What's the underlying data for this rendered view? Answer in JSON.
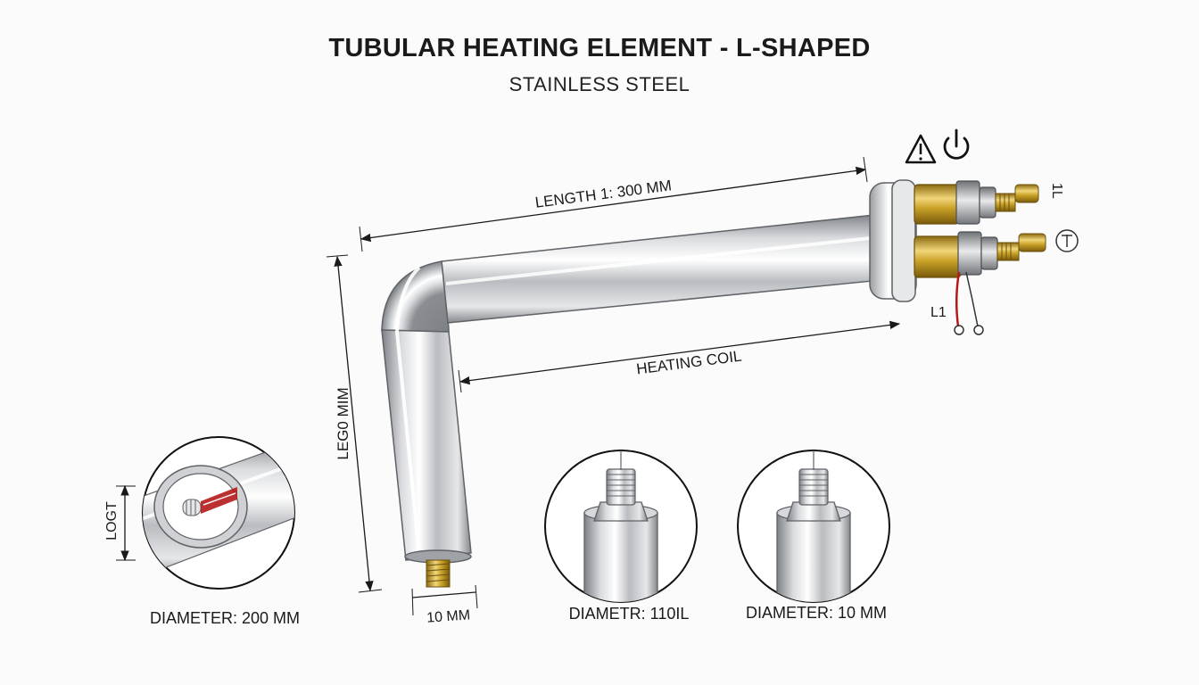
{
  "header": {
    "title": "TUBULAR HEATING ELEMENT - L-SHAPED",
    "subtitle": "STAINLESS STEEL"
  },
  "dimensions": {
    "length_top": "LENGTH 1: 300 MM",
    "length_side": "LEG0 MIM",
    "heating_coil": "HEATING COIL",
    "bottom_width": "10 MM"
  },
  "terminals": {
    "top_label": "1L",
    "lower_label": "L1"
  },
  "details": {
    "left_side_label": "LOGT",
    "left_caption": "DIAMETER: 200 MM",
    "middle_caption": "DIAMETR: 110IL",
    "right_caption": "DIAMETER: 10 MM"
  },
  "icons": [
    "warning-icon",
    "power-icon",
    "ground-symbol-icon"
  ],
  "colors": {
    "steel_dark": "#8a8d91",
    "steel_light": "#f4f5f6",
    "brass": "#c9a227",
    "wire_red": "#b51a1a",
    "line": "#1a1a1a"
  }
}
